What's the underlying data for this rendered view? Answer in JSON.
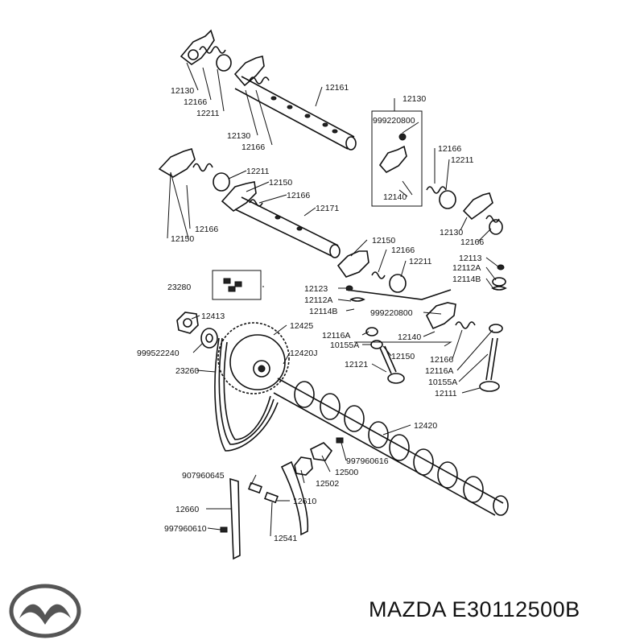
{
  "footer": {
    "brand": "MAZDA",
    "part_number": "E30112500B"
  },
  "callouts": [
    {
      "id": "c1",
      "text": "12130"
    },
    {
      "id": "c2",
      "text": "12166"
    },
    {
      "id": "c3",
      "text": "12211"
    },
    {
      "id": "c4",
      "text": "12161"
    },
    {
      "id": "c5",
      "text": "12130"
    },
    {
      "id": "c6",
      "text": "12166"
    },
    {
      "id": "c7",
      "text": "12130"
    },
    {
      "id": "c8",
      "text": "999220800"
    },
    {
      "id": "c9",
      "text": "12140"
    },
    {
      "id": "c10",
      "text": "12166"
    },
    {
      "id": "c11",
      "text": "12211"
    },
    {
      "id": "c12",
      "text": "12211"
    },
    {
      "id": "c13",
      "text": "12150"
    },
    {
      "id": "c14",
      "text": "12166"
    },
    {
      "id": "c15",
      "text": "12171"
    },
    {
      "id": "c16",
      "text": "12166"
    },
    {
      "id": "c17",
      "text": "12150"
    },
    {
      "id": "c18",
      "text": "12130"
    },
    {
      "id": "c19",
      "text": "12166"
    },
    {
      "id": "c20",
      "text": "12150"
    },
    {
      "id": "c21",
      "text": "12166"
    },
    {
      "id": "c22",
      "text": "12211"
    },
    {
      "id": "c23",
      "text": "12113"
    },
    {
      "id": "c24",
      "text": "12112A"
    },
    {
      "id": "c25",
      "text": "12114B"
    },
    {
      "id": "c26",
      "text": "23280"
    },
    {
      "id": "c27",
      "text": "12123"
    },
    {
      "id": "c28",
      "text": "12112A"
    },
    {
      "id": "c29",
      "text": "12114B"
    },
    {
      "id": "c30",
      "text": "999220800"
    },
    {
      "id": "c31",
      "text": "12413"
    },
    {
      "id": "c32",
      "text": "12425"
    },
    {
      "id": "c33",
      "text": "12116A"
    },
    {
      "id": "c34",
      "text": "10155A"
    },
    {
      "id": "c35",
      "text": "12140"
    },
    {
      "id": "c36",
      "text": "999522240"
    },
    {
      "id": "c37",
      "text": "12420J"
    },
    {
      "id": "c38",
      "text": "12150"
    },
    {
      "id": "c39",
      "text": "12166"
    },
    {
      "id": "c40",
      "text": "23260"
    },
    {
      "id": "c41",
      "text": "12121"
    },
    {
      "id": "c42",
      "text": "12116A"
    },
    {
      "id": "c43",
      "text": "10155A"
    },
    {
      "id": "c44",
      "text": "12111"
    },
    {
      "id": "c45",
      "text": "12420"
    },
    {
      "id": "c46",
      "text": "997960616"
    },
    {
      "id": "c47",
      "text": "12500"
    },
    {
      "id": "c48",
      "text": "907960645"
    },
    {
      "id": "c49",
      "text": "12502"
    },
    {
      "id": "c50",
      "text": "12660"
    },
    {
      "id": "c51",
      "text": "12610"
    },
    {
      "id": "c52",
      "text": "997960610"
    },
    {
      "id": "c53",
      "text": "12541"
    }
  ]
}
